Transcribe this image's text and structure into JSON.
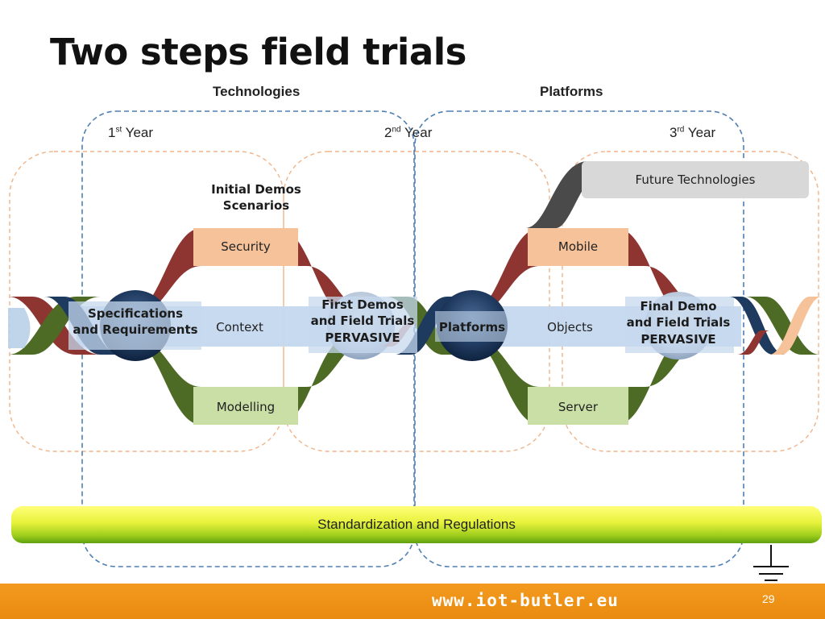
{
  "title": "Two steps field trials",
  "headers": {
    "technologies": "Technologies",
    "platforms": "Platforms"
  },
  "years": [
    {
      "num": "1",
      "sup": "st",
      "label": "Year"
    },
    {
      "num": "2",
      "sup": "nd",
      "label": "Year"
    },
    {
      "num": "3",
      "sup": "rd",
      "label": "Year"
    }
  ],
  "phase1": {
    "start_node": [
      "Specifications",
      "and Requirements"
    ],
    "demo_title": [
      "Initial Demos",
      "Scenarios"
    ],
    "bands": {
      "top": "Security",
      "middle": "Context",
      "bottom": "Modelling"
    },
    "end_node": [
      "First Demos",
      "and Field Trials",
      "PERVASIVE"
    ]
  },
  "phase2": {
    "start_node": "Platforms",
    "future": "Future Technologies",
    "bands": {
      "top": "Mobile",
      "middle": "Objects",
      "bottom": "Server"
    },
    "end_node": [
      "Final Demo",
      "and Field Trials",
      "PERVASIVE"
    ]
  },
  "standardization": "Standardization and Regulations",
  "footer": {
    "site": "www.iot-butler.eu",
    "page": "29"
  },
  "colors": {
    "red": "#8e3431",
    "green": "#4d6b25",
    "navy": "#1f3a5f",
    "light_blue": "#c5d8ee",
    "peach": "#f6c29a",
    "light_green": "#c9dfa6",
    "gray": "#d8d8d8",
    "dark_gray": "#555555",
    "footer": "#f0931a"
  }
}
